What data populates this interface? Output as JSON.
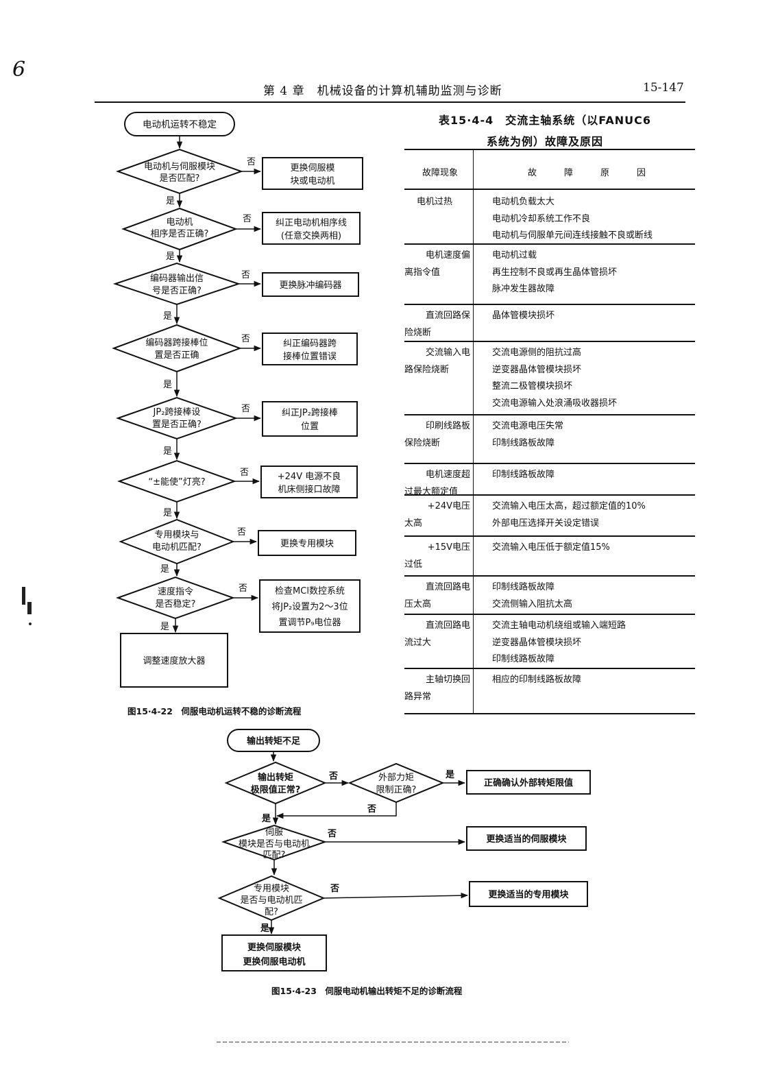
{
  "page": {
    "corner_mark": "6",
    "header_title": "第 4 章　机械设备的计算机辅助监测与诊断",
    "page_number": "15-147"
  },
  "flow1": {
    "start": "电动机运转不稳定",
    "yes": "是",
    "no": "否",
    "decisions": [
      {
        "lines": [
          "电动机与伺服模块",
          "是否匹配?"
        ],
        "action": [
          "更换伺服模",
          "块或电动机"
        ]
      },
      {
        "lines": [
          "电动机",
          "相序是否正确?"
        ],
        "action": [
          "纠正电动机相序线",
          "(任意交换两相)"
        ]
      },
      {
        "lines": [
          "编码器输出信",
          "号是否正确?"
        ],
        "action": [
          "更换脉冲编码器"
        ]
      },
      {
        "lines": [
          "编码器跨接棒位",
          "置是否正确"
        ],
        "action": [
          "纠正编码器跨",
          "接棒位置错误"
        ]
      },
      {
        "lines": [
          "JP₂跨接棒设",
          "置是否正确?"
        ],
        "action": [
          "纠正JP₂跨接棒",
          "位置"
        ]
      },
      {
        "lines": [
          "“±能使”灯亮?"
        ],
        "action": [
          "+24V 电源不良",
          "机床侧接口故障"
        ]
      },
      {
        "lines": [
          "专用模块与",
          "电动机匹配?"
        ],
        "action": [
          "更换专用模块"
        ]
      },
      {
        "lines": [
          "速度指令",
          "是否稳定?"
        ],
        "action": [
          "检查MCl数控系统",
          "将JP₂设置为2～3位",
          "置调节P₉电位器"
        ]
      }
    ],
    "end": "调整速度放大器",
    "caption": "图15·4-22　伺服电动机运转不稳的诊断流程"
  },
  "table": {
    "title_line1": "表15·4-4　交流主轴系统（以FANUC6",
    "title_line2": "系统为例）故障及原因",
    "header_symptom": "故障现象",
    "header_cause": "故障原因",
    "rows": [
      {
        "symptom": [
          "电机过热"
        ],
        "causes": [
          "电动机负载太大",
          "电动机冷却系统工作不良",
          "电动机与伺服单元间连线接触不良或断线"
        ]
      },
      {
        "symptom": [
          "电机速度偏",
          "离指令值"
        ],
        "causes": [
          "电动机过载",
          "再生控制不良或再生晶体管损坏",
          "脉冲发生器故障"
        ]
      },
      {
        "symptom": [
          "直流回路保",
          "险烧断"
        ],
        "causes": [
          "晶体管模块损坏"
        ]
      },
      {
        "symptom": [
          "交流输入电",
          "路保险烧断"
        ],
        "causes": [
          "交流电源侧的阻抗过高",
          "逆变器晶体管模块损坏",
          "整流二极管模块损坏",
          "交流电源输入处浪涌吸收器损坏"
        ]
      },
      {
        "symptom": [
          "印刷线路板",
          "保险烧断"
        ],
        "causes": [
          "交流电源电压失常",
          "印制线路板故障"
        ]
      },
      {
        "symptom": [
          "电机速度超",
          "过最大额定值"
        ],
        "causes": [
          "印制线路板故障"
        ]
      },
      {
        "symptom": [
          "+24V电压",
          "太高"
        ],
        "causes": [
          "交流输入电压太高，超过额定值的10%",
          "外部电压选择开关设定错误"
        ]
      },
      {
        "symptom": [
          "+15V电压",
          "过低"
        ],
        "causes": [
          "交流输入电压低于额定值15%"
        ]
      },
      {
        "symptom": [
          "直流回路电",
          "压太高"
        ],
        "causes": [
          "印制线路板故障",
          "交流侧输入阻抗太高"
        ]
      },
      {
        "symptom": [
          "直流回路电",
          "流过大"
        ],
        "causes": [
          "交流主轴电动机绕组或输入端短路",
          "逆变器晶体管模块损坏",
          "印制线路板故障"
        ]
      },
      {
        "symptom": [
          "主轴切换回",
          "路异常"
        ],
        "causes": [
          "相应的印制线路板故障"
        ]
      }
    ]
  },
  "flow2": {
    "start": "输出转矩不足",
    "yes": "是",
    "no": "否",
    "d1": [
      "输出转矩",
      "极限值正常?"
    ],
    "d2": [
      "外部力矩",
      "限制正确?"
    ],
    "d2_action": "正确确认外部转矩限值",
    "d3": [
      "伺服",
      "模块是否与电动机",
      "匹配?"
    ],
    "d3_action": "更换适当的伺服模块",
    "d4": [
      "专用模块",
      "是否与电动机匹",
      "配?"
    ],
    "d4_action": "更换适当的专用模块",
    "end": [
      "更换伺服模块",
      "更换伺服电动机"
    ],
    "caption": "图15·4-23　伺服电动机输出转矩不足的诊断流程"
  }
}
